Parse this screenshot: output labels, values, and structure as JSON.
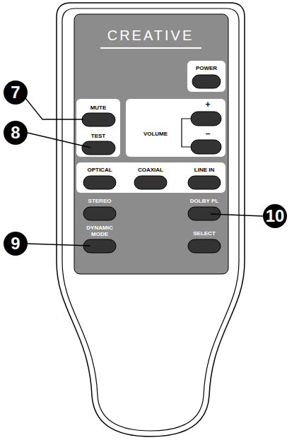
{
  "diagram": {
    "nodes": [
      {
        "text": [
          "7"
        ]
      },
      {
        "text": [
          "8"
        ]
      },
      {
        "text": [
          "10"
        ]
      },
      {
        "text": [
          "9"
        ]
      }
    ],
    "labels": [
      "CREATIVE",
      "POWER",
      "MUTE",
      "TEST",
      "VOLUME",
      "+",
      "–",
      "OPTICAL",
      "COAXIAL",
      "LINE IN",
      "STEREO",
      "DOLBY PL",
      "DYNAMIC MODE",
      "SELECT"
    ]
  }
}
